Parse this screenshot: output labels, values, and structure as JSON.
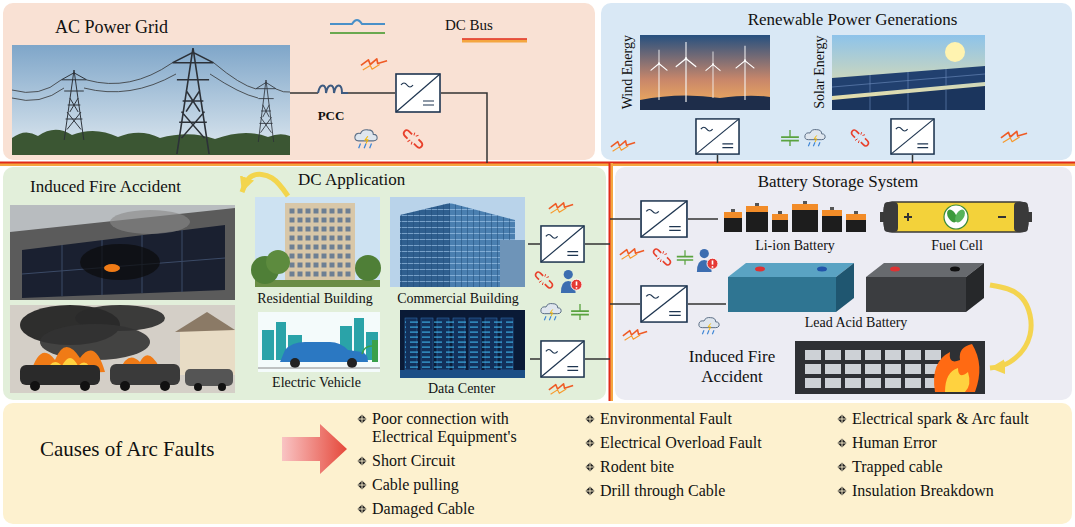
{
  "diagram": {
    "nodes": [
      {
        "text": [
          "AC Power Grid"
        ]
      },
      {
        "text": [
          "Renewable Power Generations"
        ]
      },
      {
        "text": [
          "Wind Energy"
        ],
        "in": 1
      },
      {
        "text": [
          "Solar Energy"
        ],
        "in": 1
      },
      {
        "text": [
          "DC Application"
        ]
      },
      {
        "text": [
          "Induced Fire Accident"
        ],
        "in": 4
      },
      {
        "text": [
          "Residential Building"
        ],
        "in": 4
      },
      {
        "text": [
          "Commercial Building"
        ],
        "in": 4
      },
      {
        "text": [
          "Electric Vehicle"
        ],
        "in": 4
      },
      {
        "text": [
          "Data Center"
        ],
        "in": 4
      },
      {
        "text": [
          "Battery Storage System"
        ]
      },
      {
        "text": [
          "Li-ion Battery"
        ],
        "in": 10
      },
      {
        "text": [
          "Fuel Cell"
        ],
        "in": 10
      },
      {
        "text": [
          "Lead Acid Battery"
        ],
        "in": 10
      },
      {
        "text": [
          "Induced Fire Accident"
        ],
        "in": 10
      },
      {
        "text": [
          "Causes of Arc Faults",
          "Poor connection with Electrical Equipment's",
          "Short Circuit",
          "Cable pulling",
          "Damaged Cable",
          "Environmental Fault",
          "Electrical Overload Fault",
          "Rodent bite",
          "Drill through Cable",
          "Electrical spark & Arc fault",
          "Human Error",
          "Trapped cable",
          "Insulation Breakdown"
        ]
      }
    ],
    "edges": [
      {
        "from": 6,
        "to": 5,
        "arrow": "to"
      },
      {
        "from": 13,
        "to": 14,
        "arrow": "to"
      }
    ],
    "labels": [
      "PCC"
    ],
    "legend": [
      {
        "text": "DC Bus"
      }
    ]
  }
}
